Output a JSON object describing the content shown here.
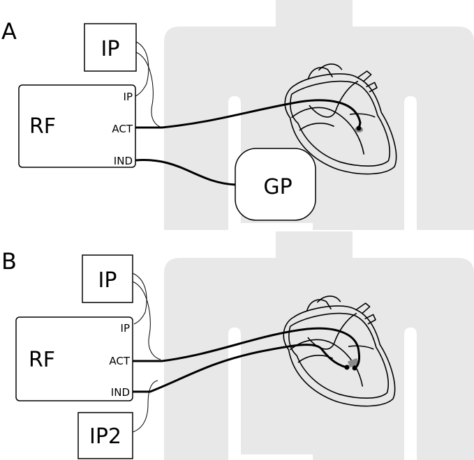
{
  "panels": [
    {
      "letter": "A",
      "rf": {
        "title": "RF",
        "ports": {
          "ip": "IP",
          "act": "ACT",
          "ind": "IND"
        }
      },
      "ip_box": "IP",
      "gp_box": "GP"
    },
    {
      "letter": "B",
      "rf": {
        "title": "RF",
        "ports": {
          "ip": "IP",
          "act": "ACT",
          "ind": "IND"
        }
      },
      "ip_box": "IP",
      "ip2_box": "IP2"
    }
  ]
}
